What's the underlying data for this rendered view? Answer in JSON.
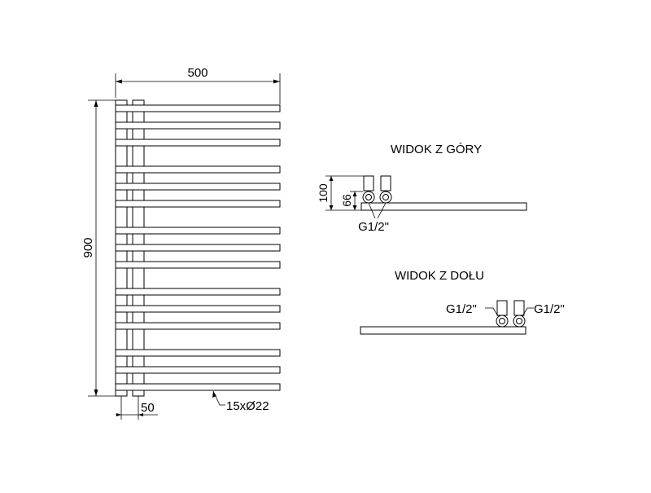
{
  "drawing": {
    "dimensions": {
      "width": "500",
      "height": "900",
      "pipe_spacing": "50",
      "tubes": "15xØ22"
    },
    "top_view": {
      "title": "WIDOK Z GÓRY",
      "depth_total": "100",
      "depth_connection": "66",
      "connection": "G1/2\""
    },
    "bottom_view": {
      "title": "WIDOK Z DOŁU",
      "connection_left": "G1/2\"",
      "connection_right": "G1/2\""
    }
  }
}
